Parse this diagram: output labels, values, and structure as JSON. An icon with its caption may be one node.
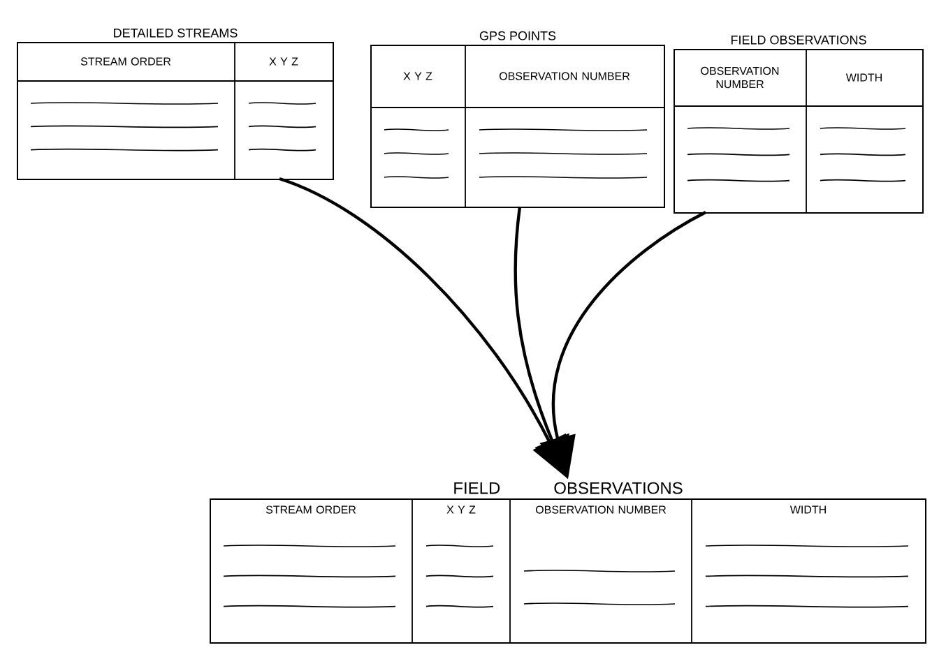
{
  "diagram": {
    "nodes": [
      {
        "text": [
          "DETAILED STREAMS"
        ]
      },
      {
        "text": [
          "STREAM ORDER"
        ],
        "in": 0
      },
      {
        "text": [
          "X Y Z"
        ],
        "in": 0
      },
      {
        "text": [
          "GPS POINTS"
        ]
      },
      {
        "text": [
          "X Y Z"
        ],
        "in": 3
      },
      {
        "text": [
          "OBSERVATION NUMBER"
        ],
        "in": 3
      },
      {
        "text": [
          "FIELD OBSERVATIONS"
        ]
      },
      {
        "text": [
          "OBSERVATION NUMBER"
        ],
        "in": 6
      },
      {
        "text": [
          "WIDTH"
        ],
        "in": 6
      },
      {
        "text": [
          "FIELD OBSERVATIONS"
        ]
      },
      {
        "text": [
          "STREAM ORDER"
        ],
        "in": 9
      },
      {
        "text": [
          "X Y Z"
        ],
        "in": 9
      },
      {
        "text": [
          "OBSERVATION NUMBER"
        ],
        "in": 9
      },
      {
        "text": [
          "WIDTH"
        ],
        "in": 9
      }
    ],
    "edges": [
      {
        "from": 0,
        "to": 9,
        "arrow": "to"
      },
      {
        "from": 3,
        "to": 9,
        "arrow": "to"
      },
      {
        "from": 6,
        "to": 9,
        "arrow": "to"
      }
    ]
  }
}
